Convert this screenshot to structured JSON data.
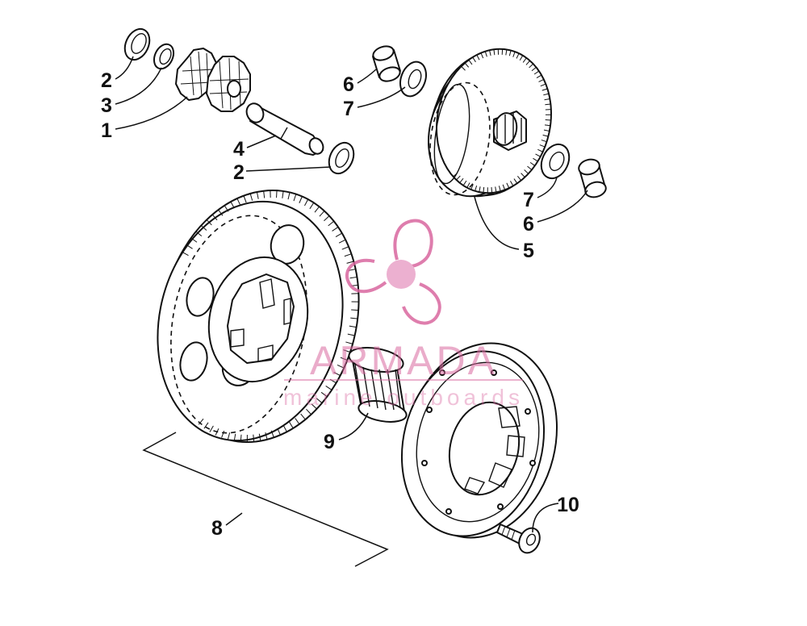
{
  "callouts": [
    {
      "id": "c2a",
      "text": "2"
    },
    {
      "id": "c3",
      "text": "3"
    },
    {
      "id": "c1",
      "text": "1"
    },
    {
      "id": "c4",
      "text": "4"
    },
    {
      "id": "c2b",
      "text": "2"
    },
    {
      "id": "c6a",
      "text": "6"
    },
    {
      "id": "c7a",
      "text": "7"
    },
    {
      "id": "c7b",
      "text": "7"
    },
    {
      "id": "c6b",
      "text": "6"
    },
    {
      "id": "c5",
      "text": "5"
    },
    {
      "id": "c9",
      "text": "9"
    },
    {
      "id": "c10",
      "text": "10"
    },
    {
      "id": "c8",
      "text": "8"
    }
  ],
  "watermark": {
    "brand": "ARMADA",
    "tagline": "marine outboards",
    "color": "#d9679f",
    "light_color": "#e9a3c8"
  },
  "colors": {
    "line": "#111111",
    "background": "#ffffff"
  }
}
